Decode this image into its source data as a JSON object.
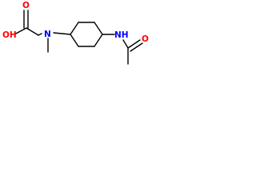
{
  "molecule": {
    "atoms": {
      "hydroxyl": "OH",
      "carbonyl_o_acid": "O",
      "amine_n": "N",
      "methyl": "",
      "amide_nh": "NH",
      "carbonyl_o_amide": "O"
    },
    "colors": {
      "oxygen": "#ff0000",
      "nitrogen": "#0000ff",
      "bond": "#000000"
    }
  }
}
